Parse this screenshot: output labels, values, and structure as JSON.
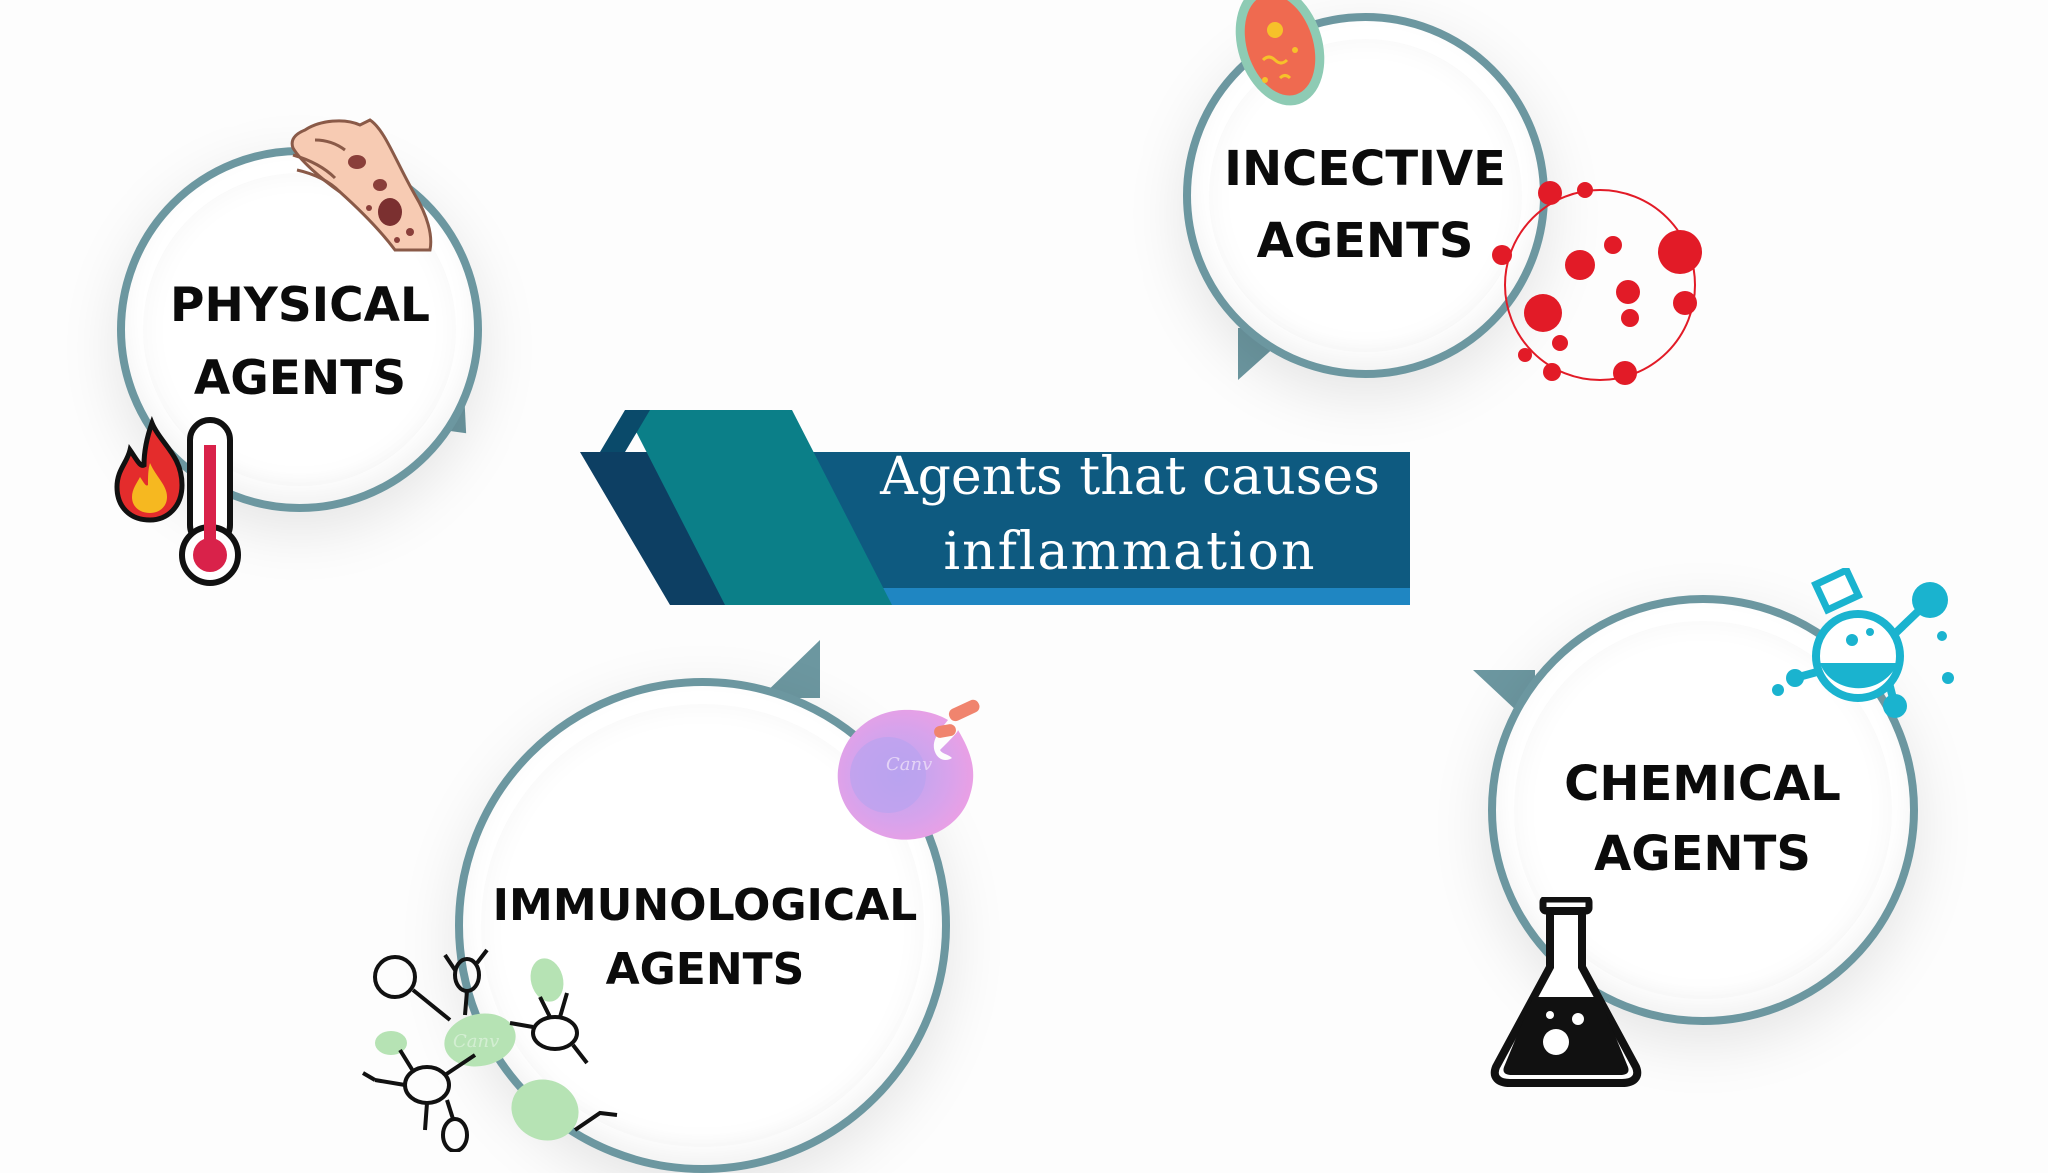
{
  "title": {
    "line1": "Agents that causes",
    "line2": "inflammation"
  },
  "agents": {
    "physical": {
      "line1": "PHYSICAL",
      "line2": "AGENTS"
    },
    "infective": {
      "line1": "INCECTIVE",
      "line2": "AGENTS"
    },
    "chemical": {
      "line1": "CHEMICAL",
      "line2": "AGENTS"
    },
    "immunological": {
      "line1": "IMMUNOLOGICAL",
      "line2": "AGENTS"
    }
  },
  "decor": {
    "watermark": "Canv"
  },
  "colors": {
    "ring": "#6c97a0",
    "banner_dark": "#0e5a80",
    "banner_teal": "#0b7f88",
    "banner_navy": "#0d3f63",
    "banner_light": "#1f86c2",
    "virus_red": "#e21b27",
    "flask_cyan": "#1ab3cf",
    "cell_pink": "#e4a7ea"
  }
}
